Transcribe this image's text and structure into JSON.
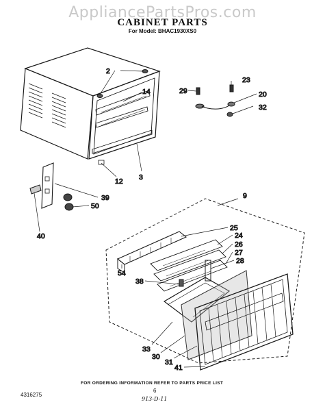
{
  "watermark": "AppliancePartsPros.com",
  "header": {
    "title": "CABINET PARTS",
    "model_line": "For Model: BHAC1930XS0"
  },
  "callouts": {
    "c2": "2",
    "c14": "14",
    "c3": "3",
    "c12": "12",
    "c23": "23",
    "c29": "29",
    "c20": "20",
    "c32": "32",
    "c39": "39",
    "c50": "50",
    "c40": "40",
    "c9": "9",
    "c25": "25",
    "c24": "24",
    "c26": "26",
    "c27": "27",
    "c28": "28",
    "c54": "54",
    "c38": "38",
    "c33": "33",
    "c30": "30",
    "c31": "31",
    "c41": "41"
  },
  "footer": {
    "order_note": "FOR ORDERING INFORMATION REFER TO PARTS PRICE LIST",
    "page_number": "6",
    "doc_number": "4316275",
    "date_mark": "913-D-11"
  }
}
